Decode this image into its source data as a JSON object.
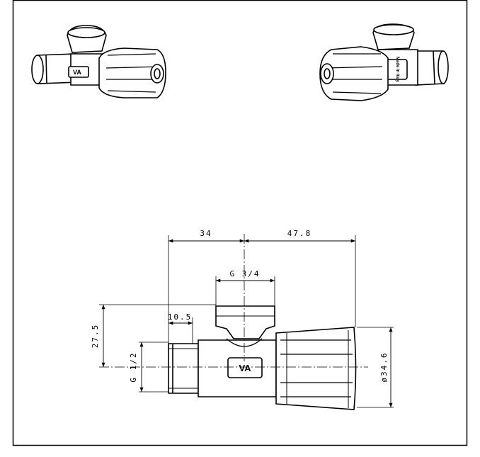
{
  "mark_label": "VA",
  "mark_label_rear": "Made in Italy",
  "dimensions": {
    "spout_width": "34",
    "body_to_knob": "47.8",
    "top_thread": "G 3/4",
    "nut_length": "10.5",
    "height_to_top": "27.5",
    "inlet_thread": "G 1/2",
    "knob_diameter": "ø34.6"
  }
}
